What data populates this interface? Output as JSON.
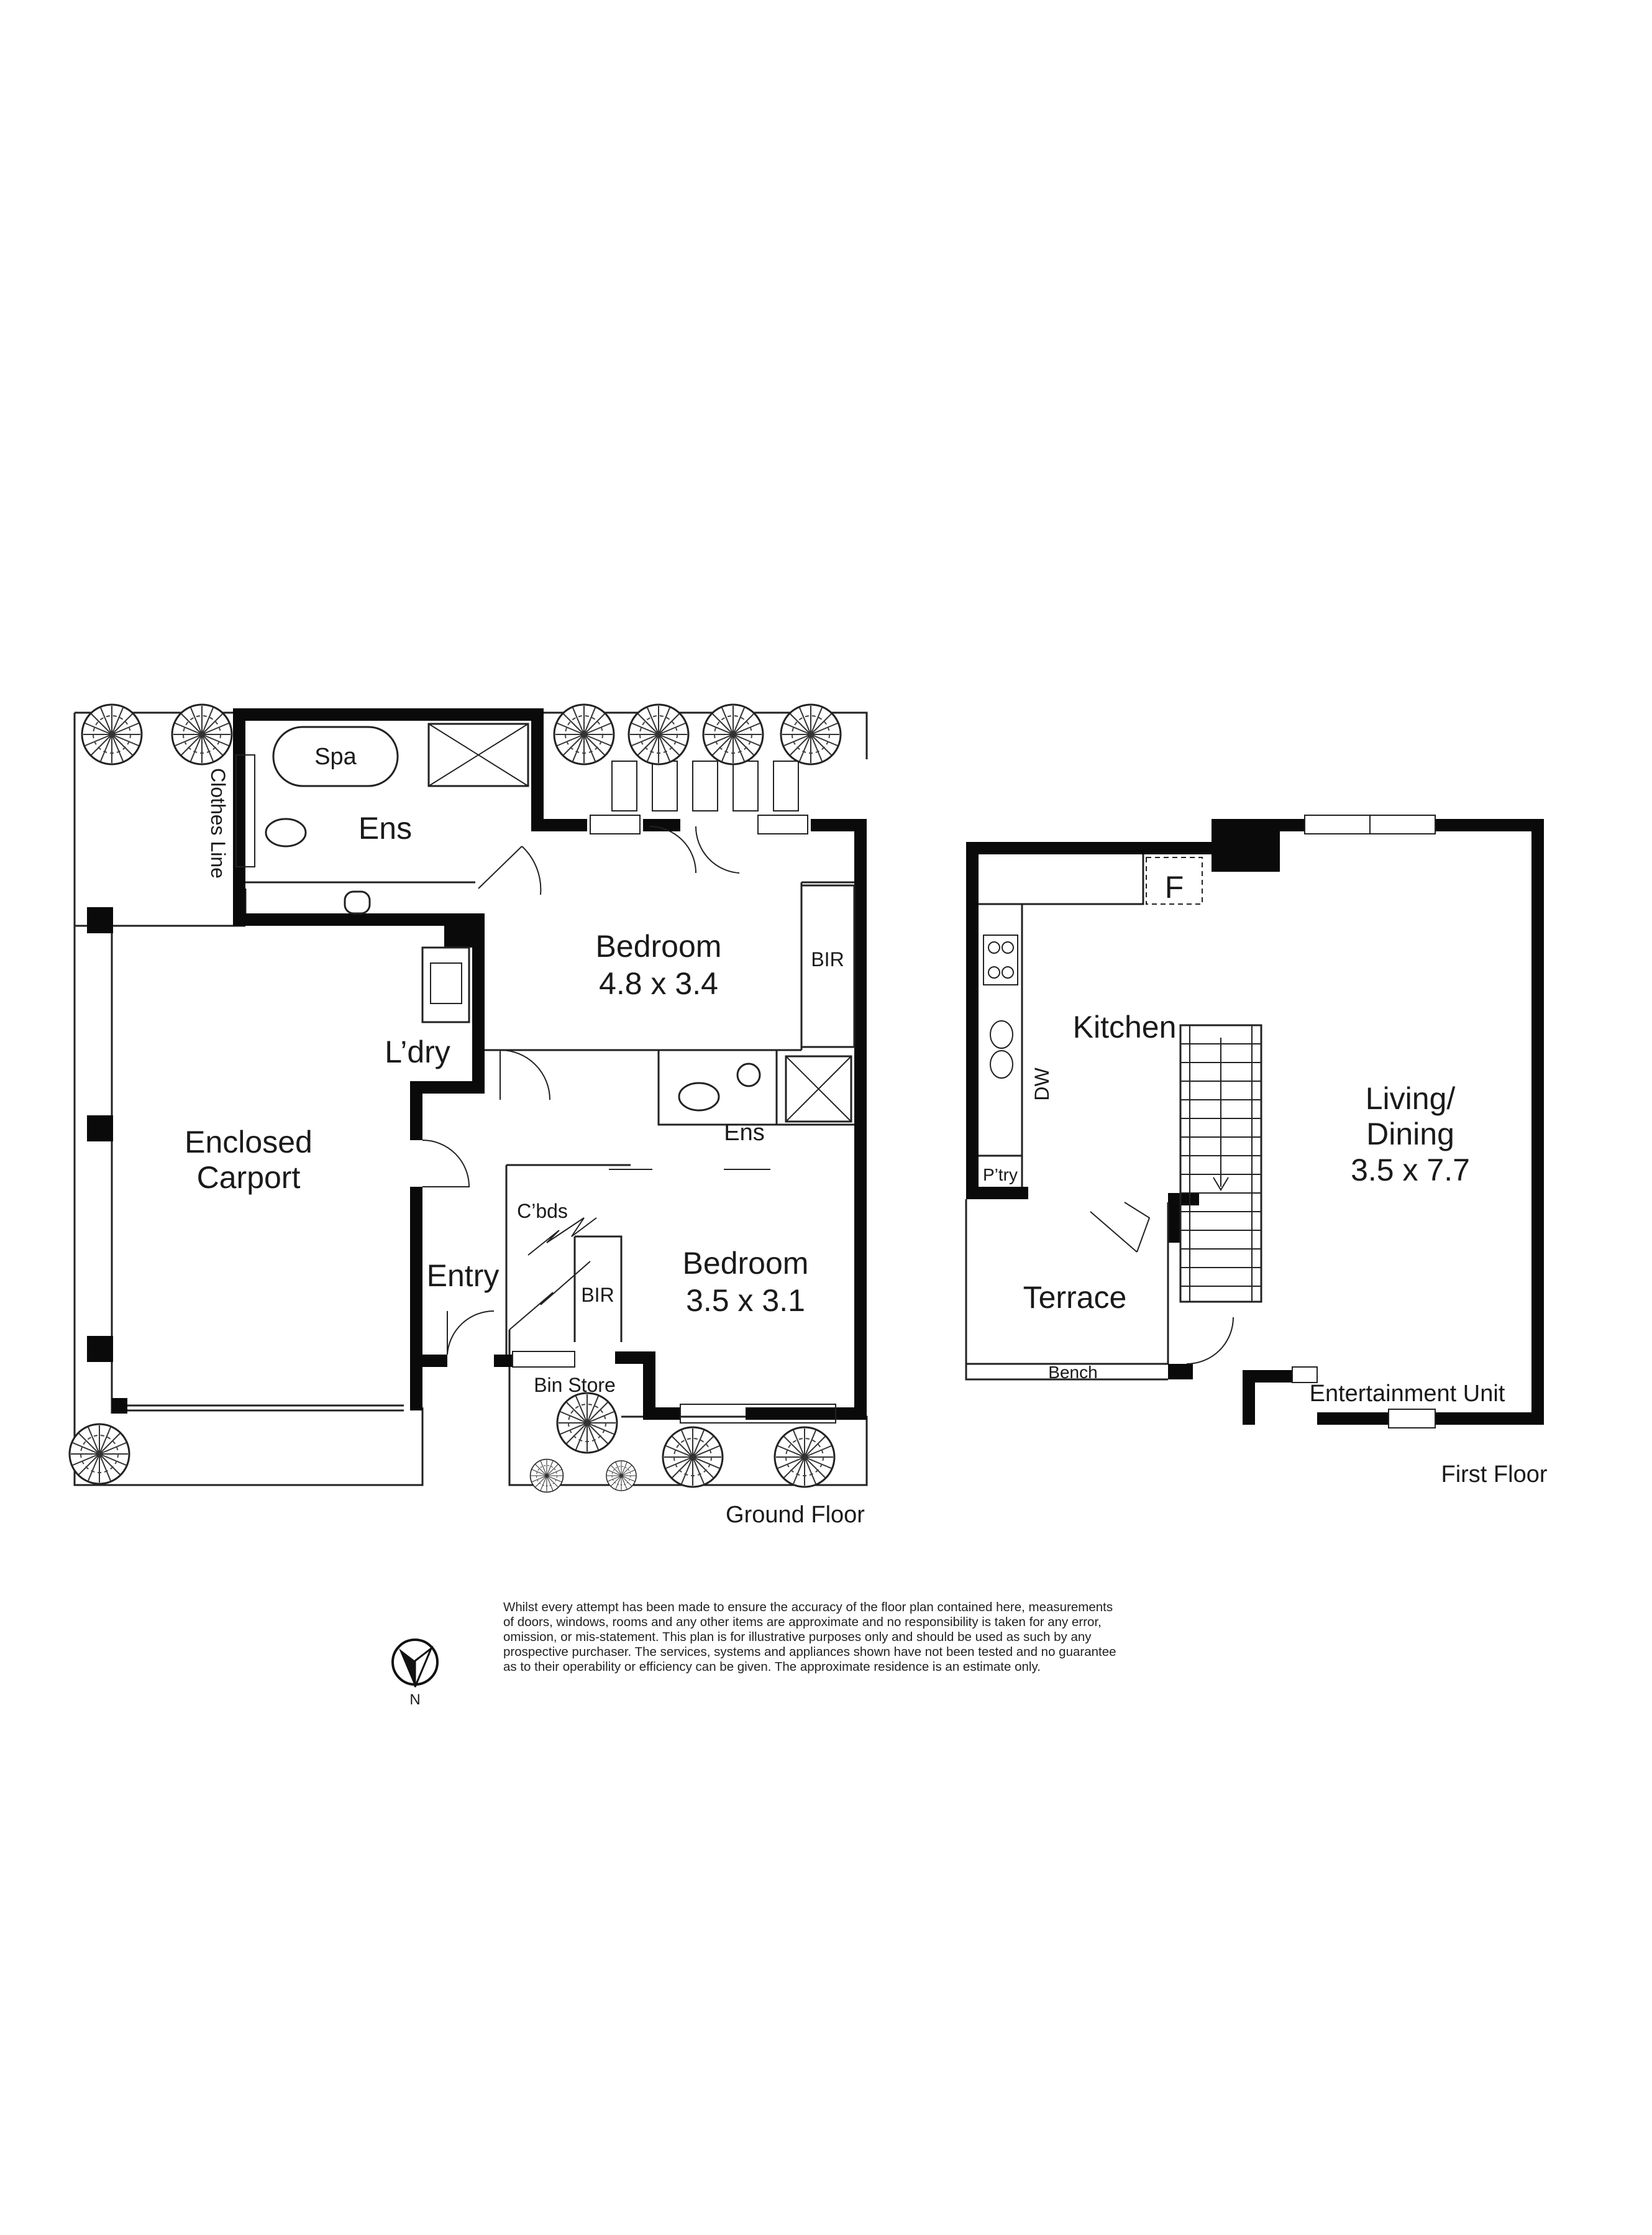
{
  "ground_floor": {
    "caption": "Ground Floor",
    "rooms": {
      "spa": "Spa",
      "ens_top": "Ens",
      "clothes_line": "Clothes Line",
      "bedroom1_name": "Bedroom",
      "bedroom1_size": "4.8 x 3.4",
      "bir1": "BIR",
      "laundry": "L’dry",
      "carport_line1": "Enclosed",
      "carport_line2": "Carport",
      "ens_mid": "Ens",
      "cbds": "C’bds",
      "entry": "Entry",
      "bir2": "BIR",
      "bedroom2_name": "Bedroom",
      "bedroom2_size": "3.5 x 3.1",
      "bin_store": "Bin Store"
    }
  },
  "first_floor": {
    "caption": "First Floor",
    "rooms": {
      "fireplace": "F",
      "kitchen": "Kitchen",
      "dw": "DW",
      "pantry": "P’try",
      "living_line1": "Living/",
      "living_line2": "Dining",
      "living_size": "3.5 x 7.7",
      "terrace": "Terrace",
      "bench": "Bench",
      "entertainment": "Entertainment Unit"
    }
  },
  "north": "N",
  "disclaimer": [
    "Whilst every attempt has been made to ensure the accuracy of the floor plan contained here, measurements",
    "of doors, windows, rooms and any other items are approximate and no responsibility is taken for any error,",
    "omission, or mis-statement.  This plan is for illustrative purposes only and should be used as such by any",
    "prospective purchaser.  The services, systems and appliances shown have not been tested and no guarantee",
    "as to their operability or efficiency can be given.  The approximate residence is an estimate only."
  ]
}
